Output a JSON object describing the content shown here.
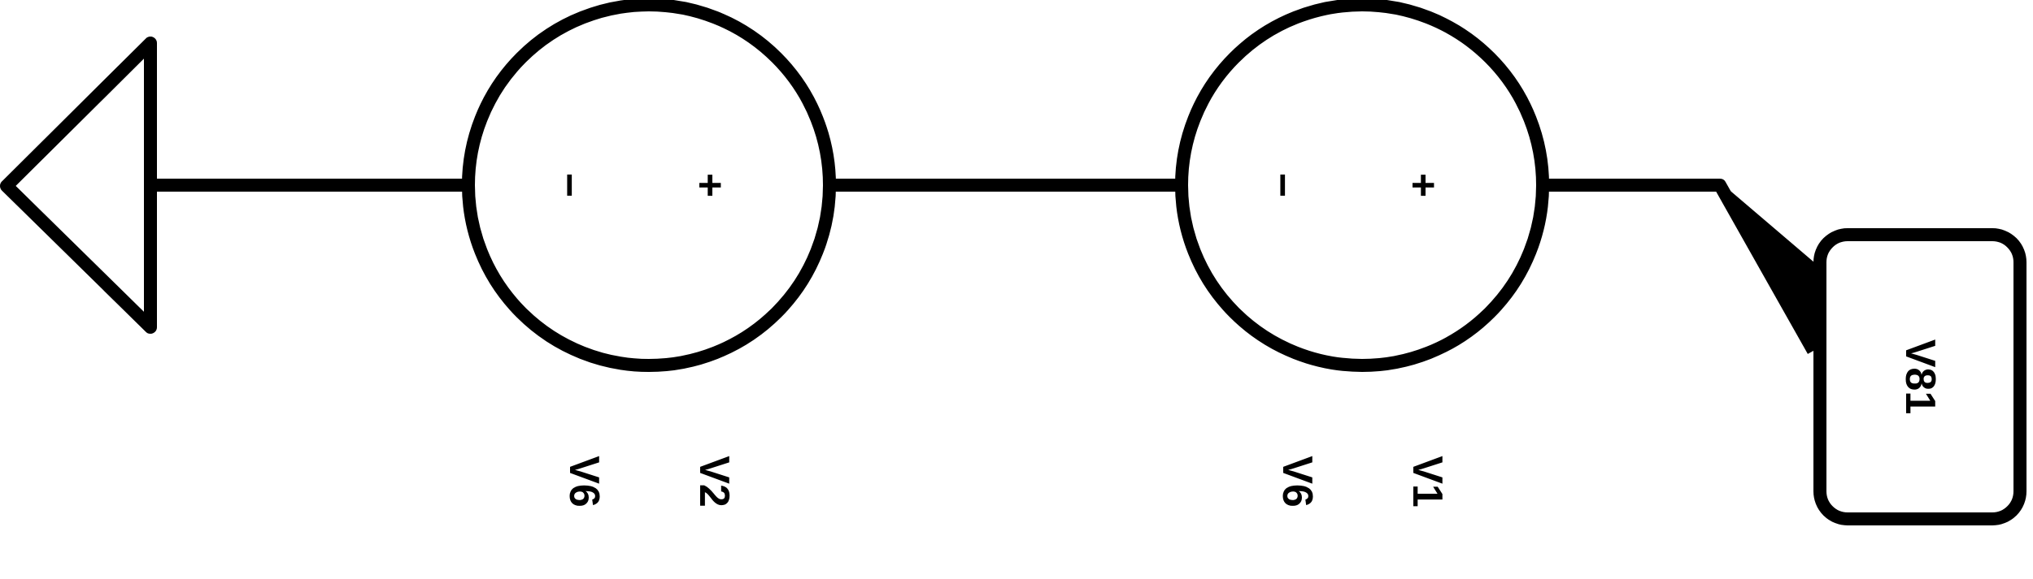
{
  "diagram": {
    "stroke_color": "#000000",
    "background": "#ffffff",
    "output_block": {
      "label": "V81"
    },
    "summing_junctions": [
      {
        "id": "sum1",
        "sign_minus": "−",
        "sign_plus": "+",
        "inputs": [
          "V6",
          "V2"
        ]
      },
      {
        "id": "sum2",
        "sign_minus": "−",
        "sign_plus": "+",
        "inputs": [
          "V6",
          "V1"
        ]
      }
    ]
  }
}
